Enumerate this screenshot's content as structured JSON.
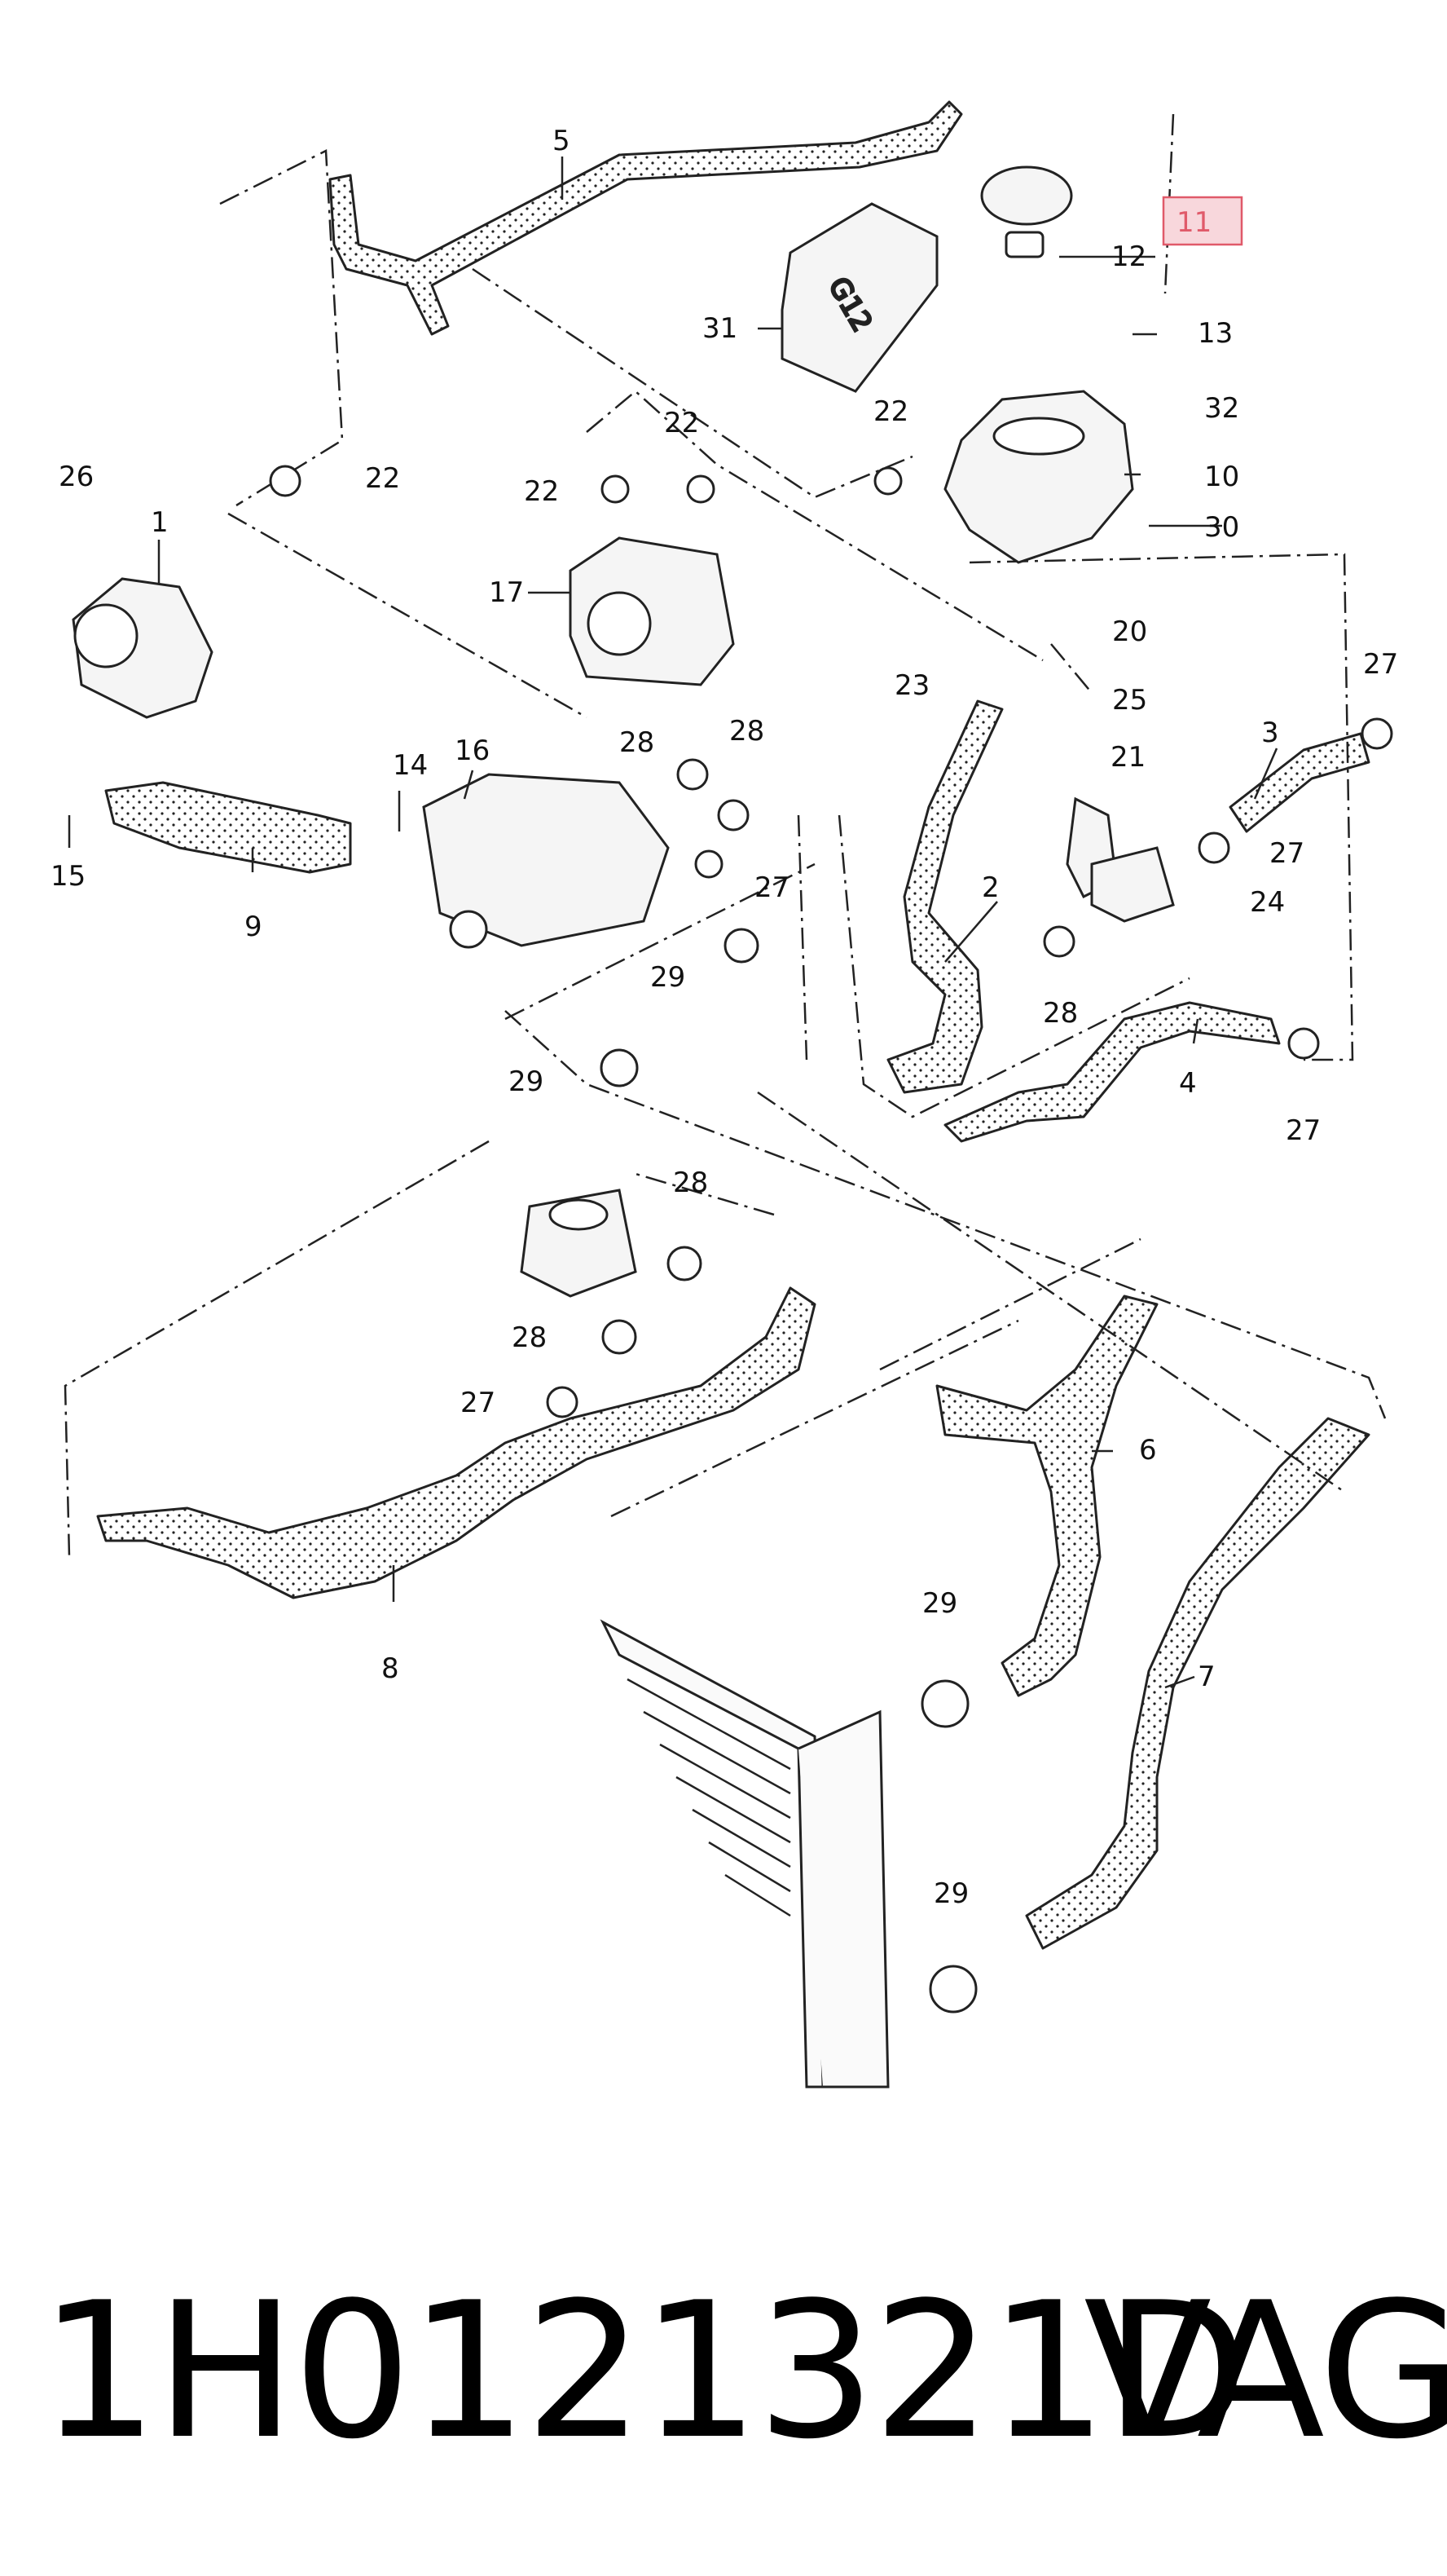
{
  "callouts": [
    {
      "id": "c1",
      "label": "1"
    },
    {
      "id": "c2",
      "label": "2"
    },
    {
      "id": "c3",
      "label": "3"
    },
    {
      "id": "c4",
      "label": "4"
    },
    {
      "id": "c5",
      "label": "5"
    },
    {
      "id": "c6",
      "label": "6"
    },
    {
      "id": "c7",
      "label": "7"
    },
    {
      "id": "c8",
      "label": "8"
    },
    {
      "id": "c9",
      "label": "9"
    },
    {
      "id": "c10",
      "label": "10"
    },
    {
      "id": "c11",
      "label": "11"
    },
    {
      "id": "c12",
      "label": "12"
    },
    {
      "id": "c13",
      "label": "13"
    },
    {
      "id": "c14",
      "label": "14"
    },
    {
      "id": "c15",
      "label": "15"
    },
    {
      "id": "c16",
      "label": "16"
    },
    {
      "id": "c17",
      "label": "17"
    },
    {
      "id": "c20",
      "label": "20"
    },
    {
      "id": "c21",
      "label": "21"
    },
    {
      "id": "c23",
      "label": "23"
    },
    {
      "id": "c24",
      "label": "24"
    },
    {
      "id": "c25",
      "label": "25"
    },
    {
      "id": "c26",
      "label": "26"
    },
    {
      "id": "c30",
      "label": "30"
    },
    {
      "id": "c31",
      "label": "31"
    },
    {
      "id": "c32",
      "label": "32"
    },
    {
      "id": "c22a",
      "label": "22"
    },
    {
      "id": "c22b",
      "label": "22"
    },
    {
      "id": "c22c",
      "label": "22"
    },
    {
      "id": "c22d",
      "label": "22"
    },
    {
      "id": "c27a",
      "label": "27"
    },
    {
      "id": "c27b",
      "label": "27"
    },
    {
      "id": "c27c",
      "label": "27"
    },
    {
      "id": "c27d",
      "label": "27"
    },
    {
      "id": "c27e",
      "label": "27"
    },
    {
      "id": "c28a",
      "label": "28"
    },
    {
      "id": "c28b",
      "label": "28"
    },
    {
      "id": "c28c",
      "label": "28"
    },
    {
      "id": "c28d",
      "label": "28"
    },
    {
      "id": "c28e",
      "label": "28"
    },
    {
      "id": "c29a",
      "label": "29"
    },
    {
      "id": "c29b",
      "label": "29"
    },
    {
      "id": "c29c",
      "label": "29"
    },
    {
      "id": "c29d",
      "label": "29"
    }
  ],
  "tank_marking": "G12",
  "highlight_color": "#e05a6a",
  "caption": {
    "part_number": "1H0121321D",
    "brand": "VAG"
  }
}
